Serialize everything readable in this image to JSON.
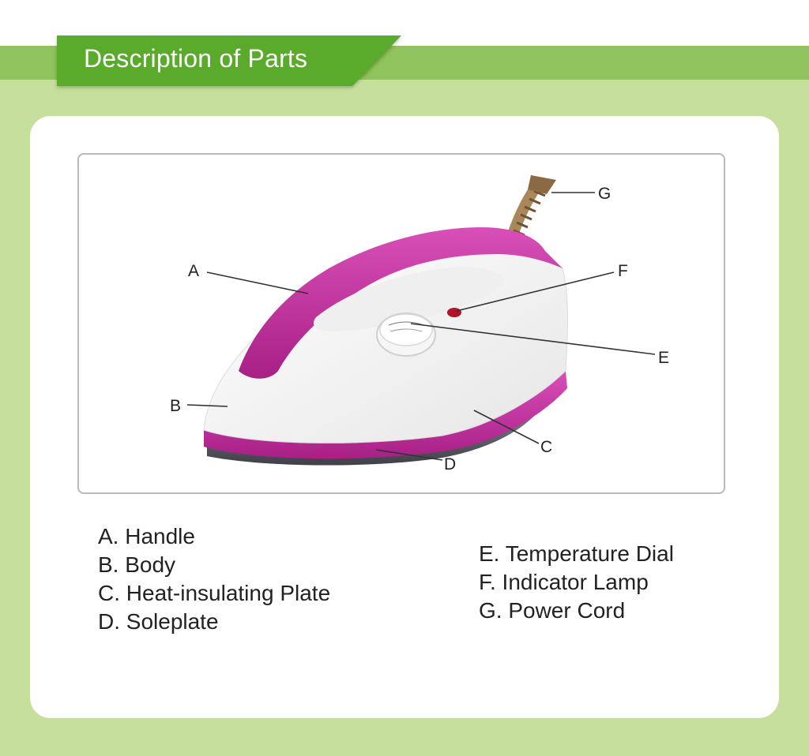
{
  "header": {
    "title": "Description of Parts"
  },
  "callouts": [
    {
      "letter": "A"
    },
    {
      "letter": "B"
    },
    {
      "letter": "C"
    },
    {
      "letter": "D"
    },
    {
      "letter": "E"
    },
    {
      "letter": "F"
    },
    {
      "letter": "G"
    }
  ],
  "parts": {
    "left": [
      "A. Handle",
      "B. Body",
      "C. Heat-insulating Plate",
      "D. Soleplate"
    ],
    "right": [
      "E. Temperature Dial",
      "F. Indicator Lamp",
      "G. Power Cord"
    ]
  },
  "colors": {
    "band_green": "#8fc35b",
    "tab_green": "#5aaa2b",
    "background_green": "#c6df9d",
    "iron_magenta": "#c2309e",
    "iron_white": "#f4f4f4"
  }
}
